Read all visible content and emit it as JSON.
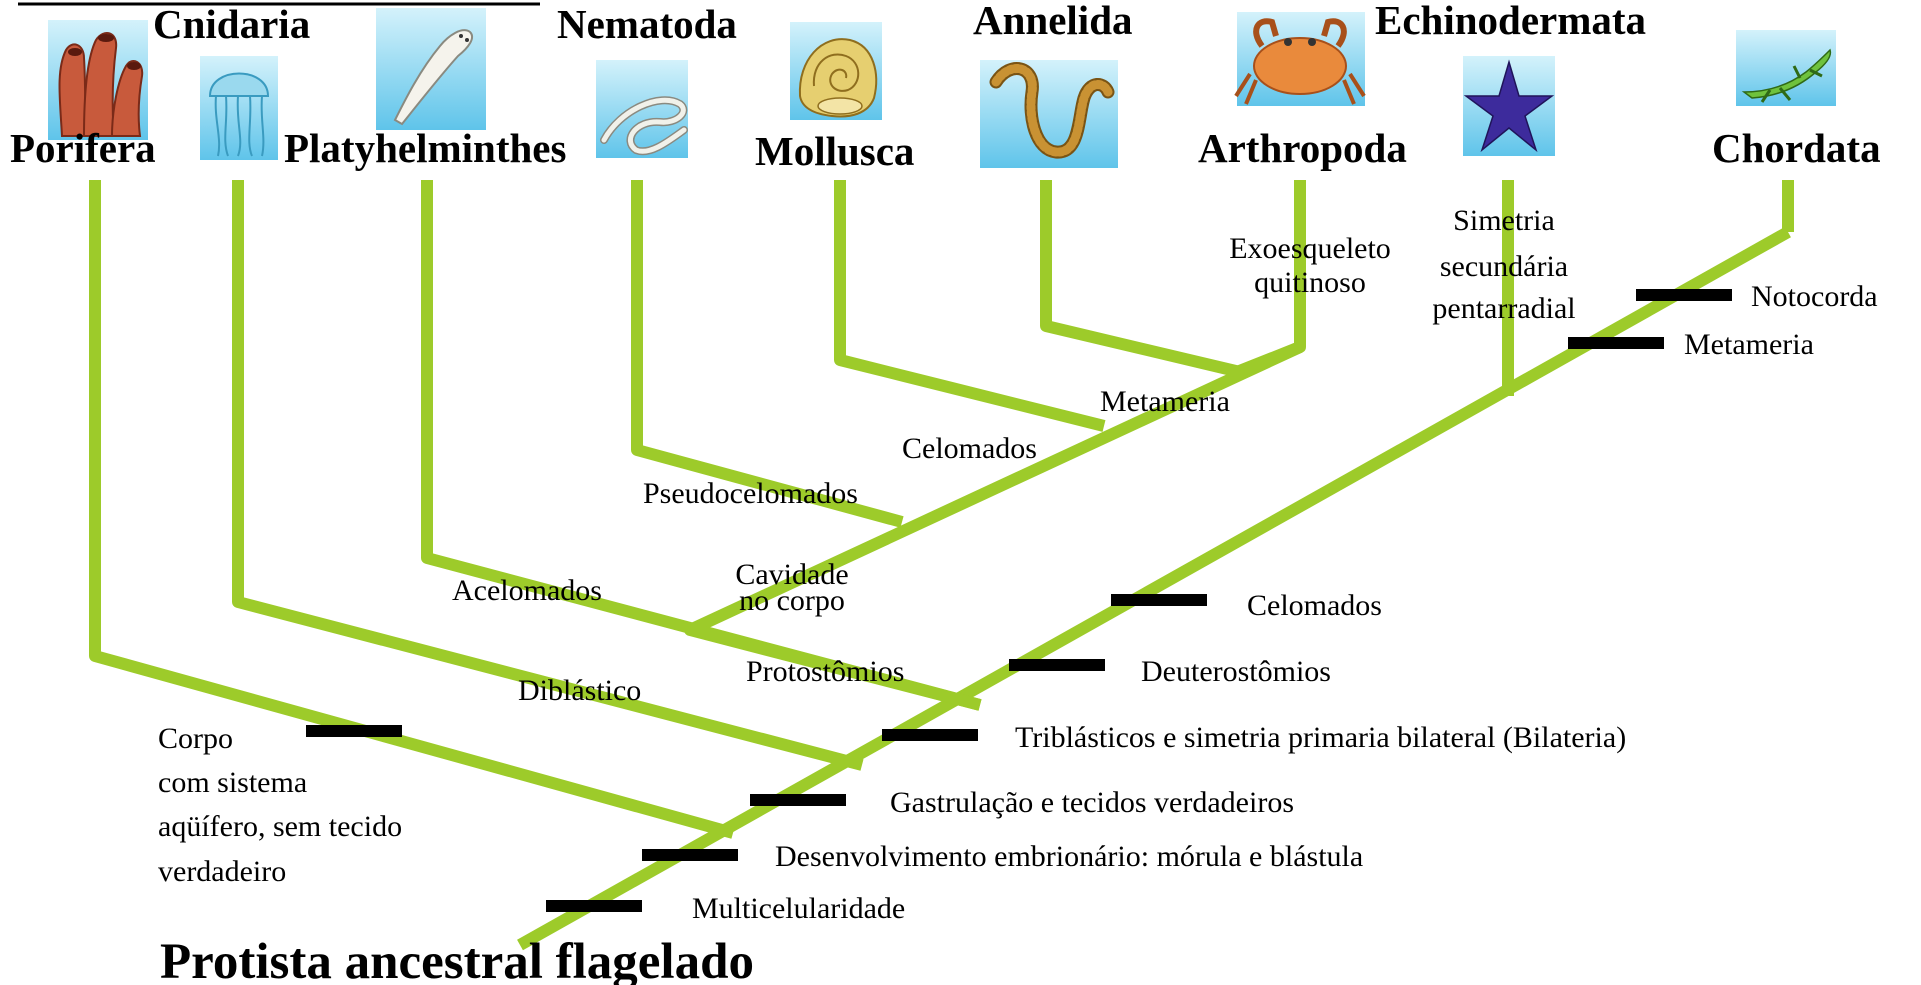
{
  "colors": {
    "branch": "#9dcb2a",
    "tick": "#000000",
    "tile_sky_top": "#d4f2fb",
    "tile_sky_bottom": "#5fc4ea",
    "sponge": "#c85a3c",
    "jellyfish": "#9ad9ee",
    "flatworm": "#f5f3ec",
    "nematode": "#f1f1ea",
    "snail": "#e6cf70",
    "annelid": "#c99233",
    "crab": "#e98a3c",
    "starfish": "#3d2b9c",
    "lizard": "#6fc23d"
  },
  "phyla": {
    "porifera": "Porifera",
    "cnidaria": "Cnidaria",
    "platyhelminthes": "Platyhelminthes",
    "nematoda": "Nematoda",
    "mollusca": "Mollusca",
    "annelida": "Annelida",
    "arthropoda": "Arthropoda",
    "echinodermata": "Echinodermata",
    "chordata": "Chordata"
  },
  "icons": {
    "porifera": "sponge-icon",
    "cnidaria": "jellyfish-icon",
    "platyhelminthes": "flatworm-icon",
    "nematoda": "roundworm-icon",
    "mollusca": "snail-shell-icon",
    "annelida": "segmented-worm-icon",
    "arthropoda": "crab-icon",
    "echinodermata": "starfish-icon",
    "chordata": "lizard-icon"
  },
  "labels": {
    "exoesqueleto_1": "Exoesqueleto",
    "exoesqueleto_2": "quitinoso",
    "simetria_1": "Simetria",
    "simetria_2": "secundária",
    "simetria_3": "pentarradial",
    "notocorda": "Notocorda",
    "metameria_chordata": "Metameria",
    "metameria": "Metameria",
    "celomados_proto": "Celomados",
    "pseudocelomados": "Pseudocelomados",
    "cavidade_1": "Cavidade",
    "cavidade_2": "no corpo",
    "acelomados": "Acelomados",
    "celomados_deutero": "Celomados",
    "deuterostomios": "Deuterostômios",
    "protostomios": "Protostômios",
    "diblastico": "Diblástico",
    "triblasticos": "Triblásticos e simetria primaria bilateral (Bilateria)",
    "corpo_1": "Corpo",
    "corpo_2": "com sistema",
    "corpo_3": "aqüífero, sem tecido",
    "corpo_4": "verdadeiro",
    "gastrulacao": "Gastrulação e tecidos verdadeiros",
    "desenvolvimento": "Desenvolvimento embrionário: mórula e blástula",
    "multicelularidade": "Multicelularidade"
  },
  "root": "Protista ancestral flagelado"
}
